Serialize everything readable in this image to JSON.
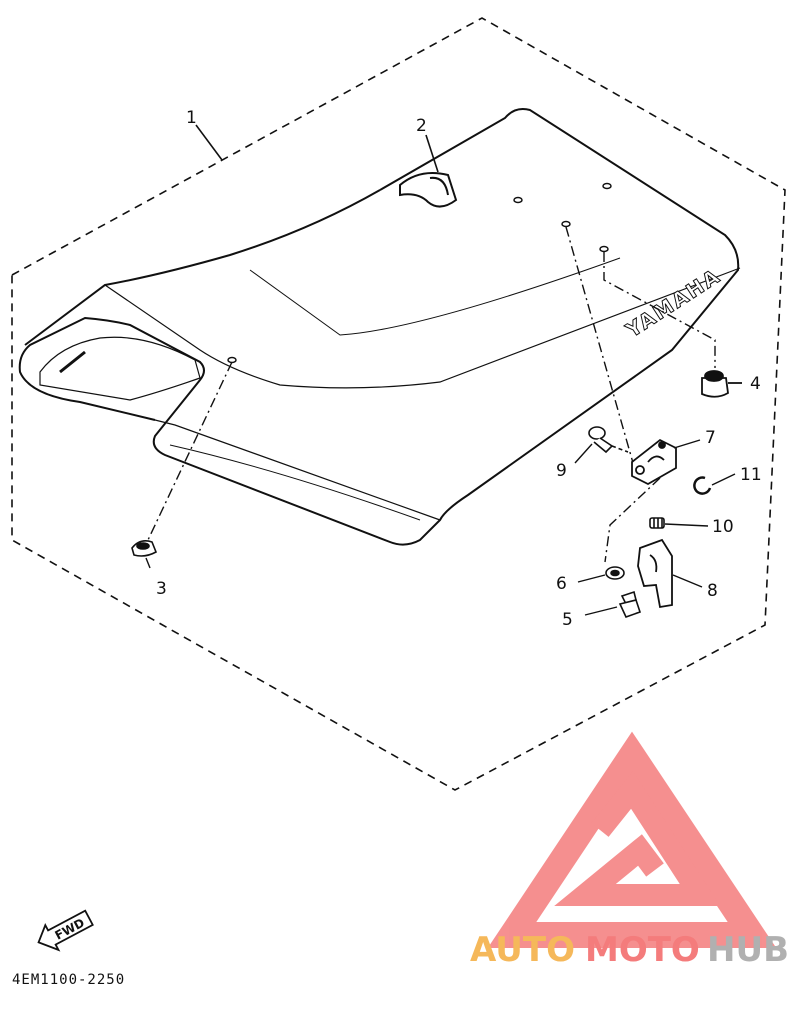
{
  "brand_on_seat": "YAMAHA",
  "fwd_label": "FWD",
  "part_code": "4EM1100-2250",
  "watermark": {
    "segments": [
      "AUTO",
      "MOTO",
      "HUB"
    ]
  },
  "callouts": [
    {
      "number": "1",
      "part": "seat"
    },
    {
      "number": "2",
      "part": "seat-hook"
    },
    {
      "number": "3",
      "part": "damper"
    },
    {
      "number": "4",
      "part": "damper"
    },
    {
      "number": "5",
      "part": "bolt"
    },
    {
      "number": "6",
      "part": "washer"
    },
    {
      "number": "7",
      "part": "seat-lock-bracket"
    },
    {
      "number": "8",
      "part": "seat-lock-lever"
    },
    {
      "number": "9",
      "part": "pin"
    },
    {
      "number": "10",
      "part": "spring"
    },
    {
      "number": "11",
      "part": "e-clip"
    }
  ],
  "colors": {
    "line": "#111111",
    "watermark_red": "#f47c7c",
    "watermark_orange": "#f5b85a",
    "watermark_gray": "#b0b0b0"
  }
}
